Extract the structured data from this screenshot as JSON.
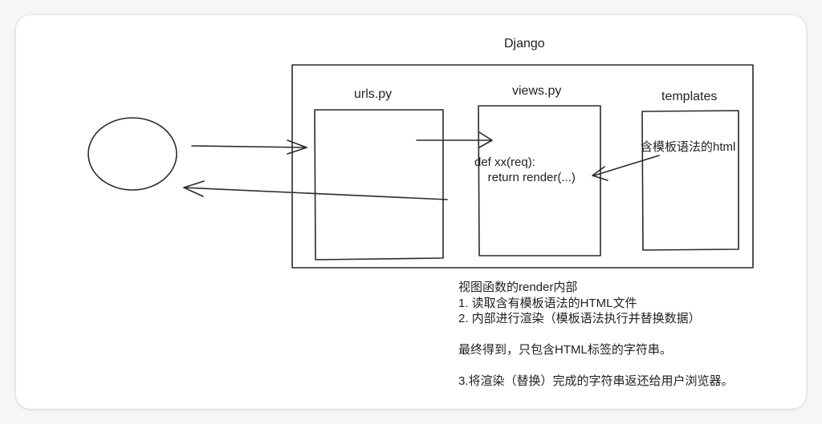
{
  "diagram": {
    "container_label": "Django",
    "client": {
      "shape": "circle",
      "label": ""
    },
    "components": [
      {
        "id": "urls",
        "label": "urls.py"
      },
      {
        "id": "views",
        "label": "views.py"
      },
      {
        "id": "templates",
        "label": "templates"
      }
    ],
    "views_code": {
      "line1": "def xx(req):",
      "line2": "    return render(...)"
    },
    "templates_annotation": "含模板语法的html",
    "arrows": [
      {
        "from": "client",
        "to": "urls",
        "label": ""
      },
      {
        "from": "urls",
        "to": "views",
        "label": ""
      },
      {
        "from": "templates",
        "to": "views",
        "label": ""
      },
      {
        "from": "urls",
        "to": "client",
        "label": ""
      }
    ],
    "notes": {
      "title": "视图函数的render内部",
      "step1": "1. 读取含有模板语法的HTML文件",
      "step2": "2. 内部进行渲染（模板语法执行并替换数据）",
      "result": "最终得到，只包含HTML标签的字符串。",
      "step3": "3.将渲染（替换）完成的字符串返还给用户浏览器。"
    },
    "colors": {
      "stroke": "#2a2a2a",
      "text": "#222222",
      "background": "#ffffff"
    }
  }
}
